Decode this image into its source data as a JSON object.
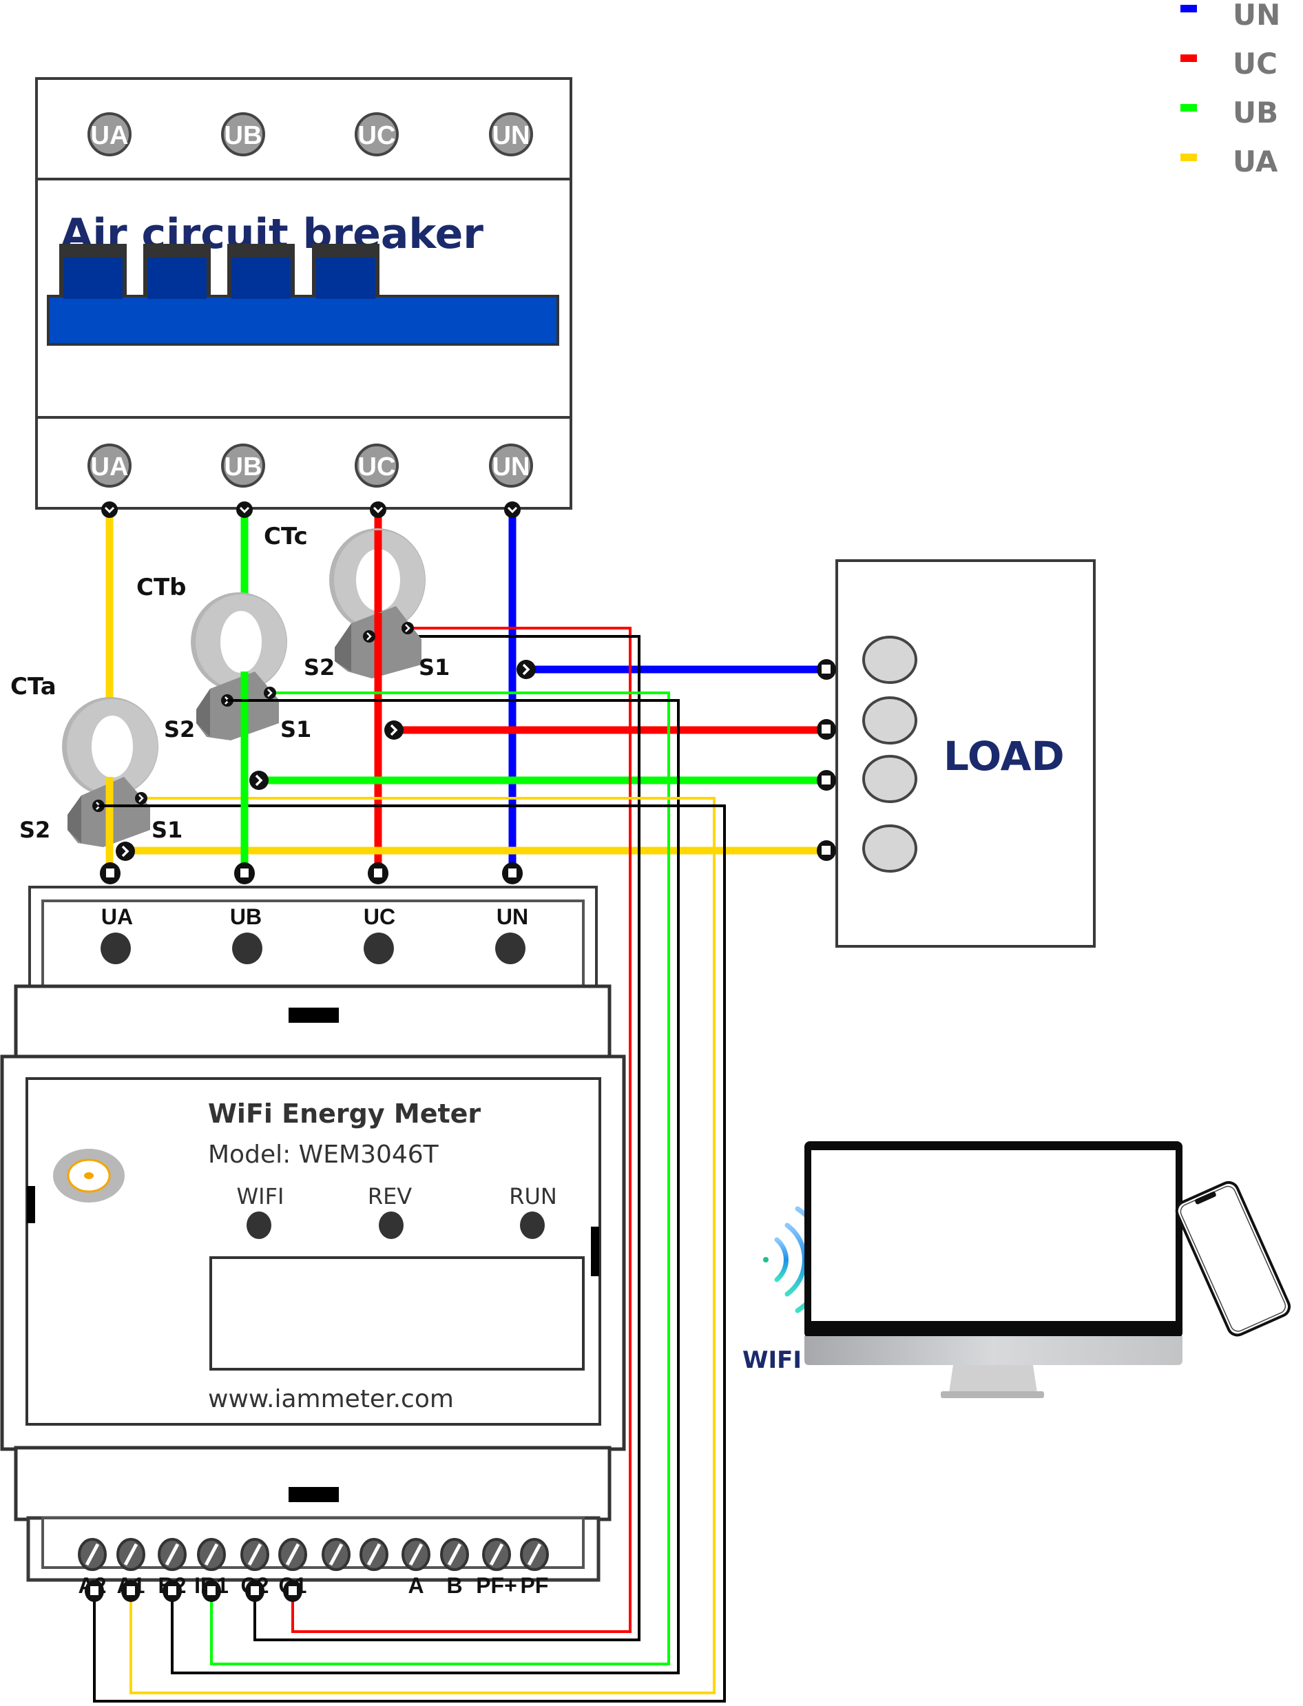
{
  "legend": {
    "items": [
      {
        "label": "UN",
        "color": "#0000ff"
      },
      {
        "label": "UC",
        "color": "#ff0000"
      },
      {
        "label": "UB",
        "color": "#00ff00"
      },
      {
        "label": "UA",
        "color": "#ffd700"
      }
    ]
  },
  "breaker": {
    "title": "Air circuit breaker",
    "top_terminals": [
      "UA",
      "UB",
      "UC",
      "UN"
    ],
    "bottom_terminals": [
      "UA",
      "UB",
      "UC",
      "UN"
    ]
  },
  "current_transformers": [
    {
      "name": "CTa",
      "s2": "S2",
      "s1": "S1"
    },
    {
      "name": "CTb",
      "s2": "S2",
      "s1": "S1"
    },
    {
      "name": "CTc",
      "s2": "S2",
      "s1": "S1"
    }
  ],
  "load": {
    "label": "LOAD"
  },
  "meter": {
    "voltage_terminals": [
      "UA",
      "UB",
      "UC",
      "UN"
    ],
    "title": "WiFi Energy Meter",
    "model": "Model:  WEM3046T",
    "leds": [
      "WIFI",
      "REV",
      "RUN"
    ],
    "website": "www.iammeter.com",
    "bottom_terminals": [
      "A2",
      "A1",
      "B2",
      "IB1",
      "C2",
      "C1",
      "",
      "",
      "A",
      "B",
      "PF+",
      "PF"
    ]
  },
  "wireless": {
    "label": "WIFI"
  },
  "colors": {
    "phase_a": "#ffd700",
    "phase_b": "#00ff00",
    "phase_c": "#ff0000",
    "neutral": "#0000ff",
    "navy": "#1a2a6c",
    "breaker_blue": "#004ac4",
    "breaker_dark_blue": "#003399"
  }
}
